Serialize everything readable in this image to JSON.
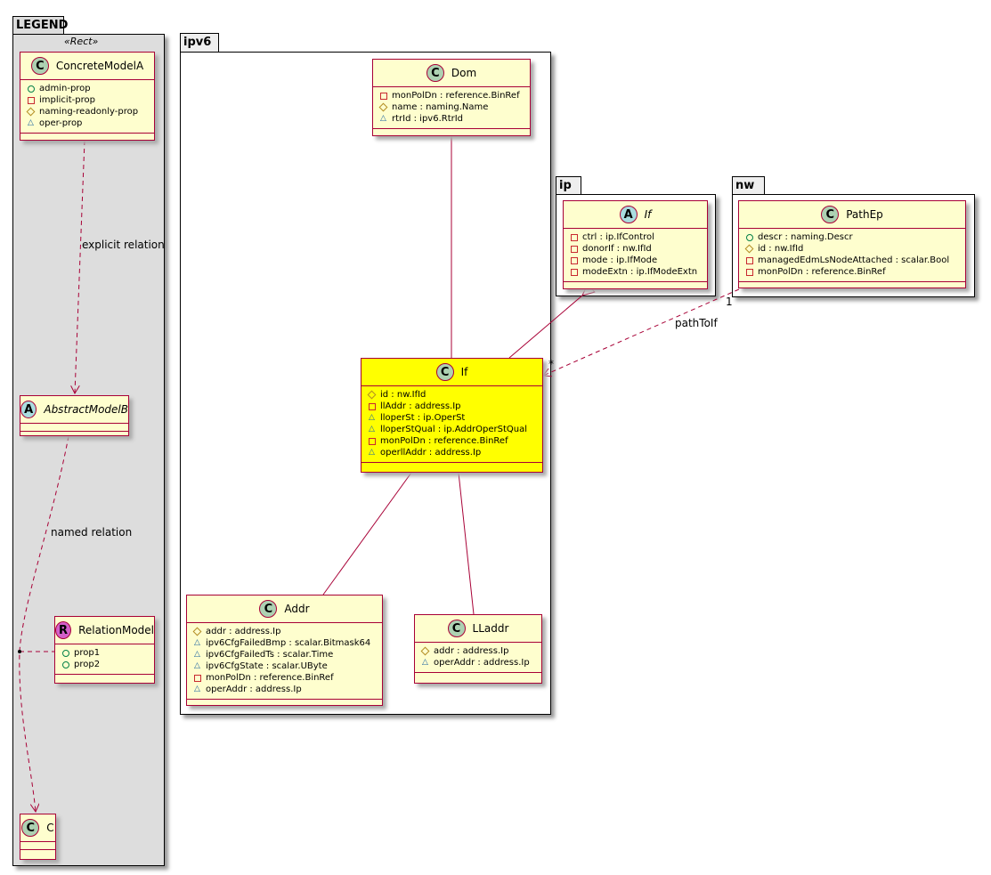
{
  "packages": {
    "legend": "LEGEND",
    "legend_stereotype": "«Rect»",
    "ipv6": "ipv6",
    "ip": "ip",
    "nw": "nw"
  },
  "classes": [
    {
      "id": "concrete",
      "name": "ConcreteModelA",
      "kind": "C",
      "attrs": [
        {
          "vis": "public",
          "text": "admin-prop"
        },
        {
          "vis": "private",
          "text": "implicit-prop"
        },
        {
          "vis": "protected",
          "text": "naming-readonly-prop"
        },
        {
          "vis": "package",
          "text": "oper-prop"
        }
      ]
    },
    {
      "id": "abstract",
      "name": "AbstractModelB",
      "kind": "A",
      "italic": true,
      "attrs": []
    },
    {
      "id": "relation",
      "name": "RelationModel",
      "kind": "R",
      "attrs": [
        {
          "vis": "public",
          "text": "prop1"
        },
        {
          "vis": "public",
          "text": "prop2"
        }
      ]
    },
    {
      "id": "c",
      "name": "C",
      "kind": "C",
      "attrs": []
    },
    {
      "id": "dom",
      "name": "Dom",
      "kind": "C",
      "attrs": [
        {
          "vis": "private",
          "text": "monPolDn : reference.BinRef"
        },
        {
          "vis": "protected",
          "text": "name : naming.Name"
        },
        {
          "vis": "package",
          "text": "rtrId : ipv6.RtrId"
        }
      ]
    },
    {
      "id": "if",
      "name": "If",
      "kind": "C",
      "highlight": true,
      "attrs": [
        {
          "vis": "protected",
          "text": "id : nw.IfId"
        },
        {
          "vis": "private",
          "text": "llAddr : address.Ip"
        },
        {
          "vis": "package",
          "text": "lloperSt : ip.OperSt"
        },
        {
          "vis": "package",
          "text": "lloperStQual : ip.AddrOperStQual"
        },
        {
          "vis": "private",
          "text": "monPolDn : reference.BinRef"
        },
        {
          "vis": "package",
          "text": "operllAddr : address.Ip"
        }
      ]
    },
    {
      "id": "addr",
      "name": "Addr",
      "kind": "C",
      "attrs": [
        {
          "vis": "protected",
          "text": "addr : address.Ip"
        },
        {
          "vis": "package",
          "text": "ipv6CfgFailedBmp : scalar.Bitmask64"
        },
        {
          "vis": "package",
          "text": "ipv6CfgFailedTs : scalar.Time"
        },
        {
          "vis": "package",
          "text": "ipv6CfgState : scalar.UByte"
        },
        {
          "vis": "private",
          "text": "monPolDn : reference.BinRef"
        },
        {
          "vis": "package",
          "text": "operAddr : address.Ip"
        }
      ]
    },
    {
      "id": "lladdr",
      "name": "LLaddr",
      "kind": "C",
      "attrs": [
        {
          "vis": "protected",
          "text": "addr : address.Ip"
        },
        {
          "vis": "package",
          "text": "operAddr : address.Ip"
        }
      ]
    },
    {
      "id": "ipif",
      "name": "If",
      "kind": "A",
      "italic": true,
      "attrs": [
        {
          "vis": "private",
          "text": "ctrl : ip.IfControl"
        },
        {
          "vis": "private",
          "text": "donorIf : nw.IfId"
        },
        {
          "vis": "private",
          "text": "mode : ip.IfMode"
        },
        {
          "vis": "private",
          "text": "modeExtn : ip.IfModeExtn"
        }
      ]
    },
    {
      "id": "pathep",
      "name": "PathEp",
      "kind": "C",
      "attrs": [
        {
          "vis": "public",
          "text": "descr : naming.Descr"
        },
        {
          "vis": "protected",
          "text": "id : nw.IfId"
        },
        {
          "vis": "private",
          "text": "managedEdmLsNodeAttached : scalar.Bool"
        },
        {
          "vis": "private",
          "text": "monPolDn : reference.BinRef"
        }
      ]
    }
  ],
  "relations": {
    "explicit": "explicit relation",
    "named": "named relation",
    "pathToIf": "pathToIf",
    "mult_source": "1",
    "mult_target": "*"
  },
  "colors": {
    "border": "#a80036",
    "fill": "#fefece",
    "highlight": "#ffff00",
    "legend_bg": "#dddddd",
    "C": "#add1b2",
    "A": "#a9dcdf",
    "R": "#d35fc9"
  }
}
